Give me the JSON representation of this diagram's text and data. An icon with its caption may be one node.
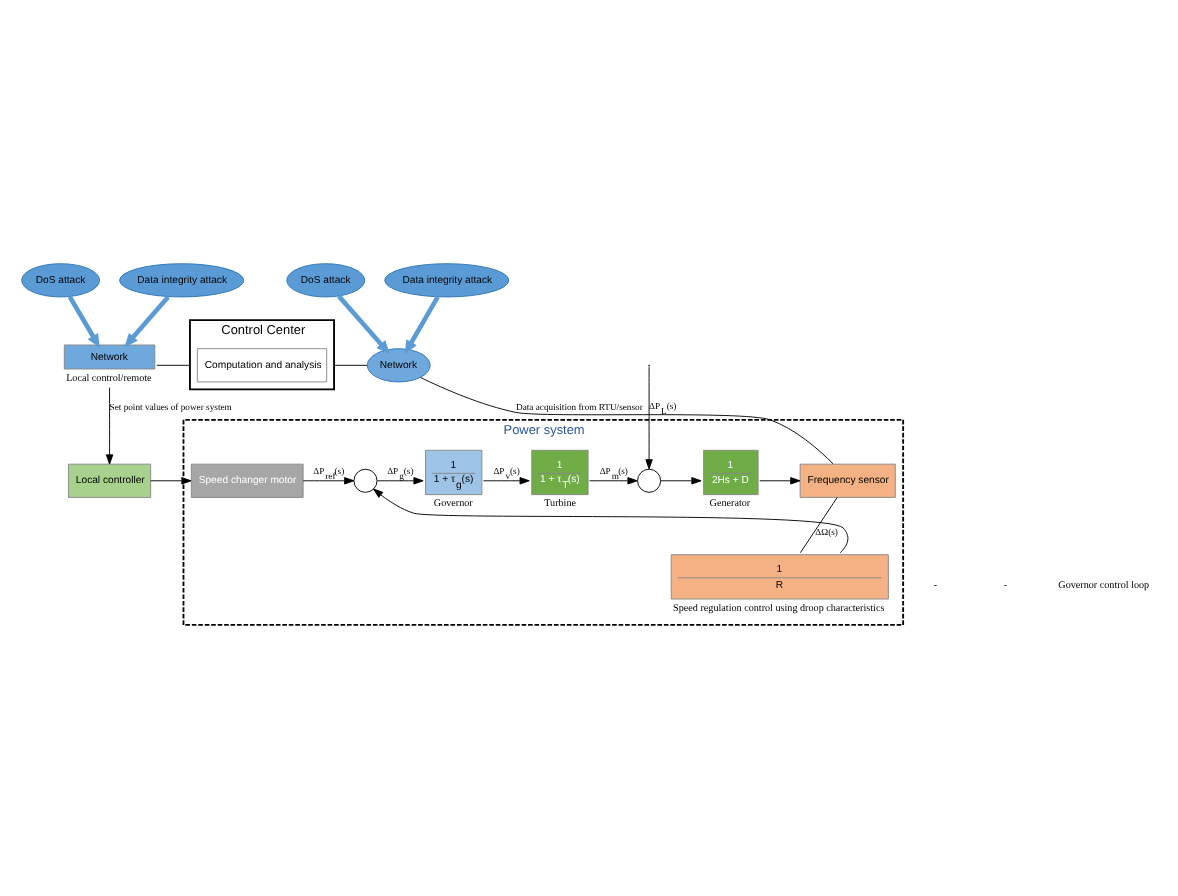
{
  "diagram": {
    "nodes": [
      {
        "text": [
          "DoS attack"
        ]
      },
      {
        "text": [
          "Data integrity attack"
        ]
      },
      {
        "text": [
          "Network"
        ],
        "beside": [
          "Local control/remote"
        ]
      },
      {
        "text": [
          "Control Center"
        ]
      },
      {
        "text": [
          "Computation and analysis"
        ],
        "in": 3
      },
      {
        "text": [
          "DoS attack"
        ]
      },
      {
        "text": [
          "Data integrity attack"
        ]
      },
      {
        "text": [
          "Network"
        ]
      },
      {
        "text": [
          "Power system"
        ]
      },
      {
        "text": [
          "Local controller"
        ]
      },
      {
        "text": [
          "Speed changer motor"
        ],
        "in": 8
      },
      {
        "text": [],
        "shape": "circle",
        "in": 8
      },
      {
        "text": [
          "1",
          "1 + τ$_{g}$(s)"
        ],
        "beside": [
          "Governor"
        ],
        "in": 8
      },
      {
        "text": [
          "1",
          "1 + τ$_{T}$(s)"
        ],
        "beside": [
          "Turbine"
        ],
        "in": 8
      },
      {
        "text": [],
        "shape": "circle",
        "in": 8
      },
      {
        "text": [
          "1",
          "2Hs + D"
        ],
        "beside": [
          "Generator"
        ],
        "in": 8
      },
      {
        "text": [
          "Frequency sensor"
        ],
        "in": 8
      },
      {
        "text": [
          "1",
          "R"
        ],
        "beside": [
          "Speed regulation control using droop characteristics"
        ],
        "in": 8
      }
    ],
    "edges": [
      {
        "from": 0,
        "to": 2,
        "arrow": "to",
        "style": "thick",
        "color": "#5b9bd5"
      },
      {
        "from": 1,
        "to": 2,
        "arrow": "to",
        "style": "thick",
        "color": "#5b9bd5"
      },
      {
        "from": 5,
        "to": 7,
        "arrow": "to",
        "style": "thick",
        "color": "#5b9bd5"
      },
      {
        "from": 6,
        "to": 7,
        "arrow": "to",
        "style": "thick",
        "color": "#5b9bd5"
      },
      {
        "from": 2,
        "to": 3,
        "arrow": "none"
      },
      {
        "from": 3,
        "to": 7,
        "arrow": "none"
      },
      {
        "from": 2,
        "to": 9,
        "arrow": "to",
        "label": "Set point values of power system"
      },
      {
        "from": 16,
        "to": 7,
        "arrow": "none",
        "label": "Data acquisition from RTU/sensor"
      },
      {
        "from": 9,
        "to": 10,
        "arrow": "to"
      },
      {
        "from": 10,
        "to": 11,
        "arrow": "to",
        "label": "ΔP$_{ref}$(s)"
      },
      {
        "from": 11,
        "to": 12,
        "arrow": "to",
        "label": "ΔP$_{g}$(s)"
      },
      {
        "from": 12,
        "to": 13,
        "arrow": "to",
        "label": "ΔP$_{v}$(s)"
      },
      {
        "from": 13,
        "to": 14,
        "arrow": "to",
        "label": "ΔP$_{m}$(s)"
      },
      {
        "from": null,
        "to": 14,
        "arrow": "to",
        "label": "ΔP$_{L}$(s)"
      },
      {
        "from": 14,
        "to": 15,
        "arrow": "to"
      },
      {
        "from": 15,
        "to": 16,
        "arrow": "to"
      },
      {
        "from": 16,
        "to": 17,
        "arrow": "none",
        "label": "ΔΩ(s)"
      },
      {
        "from": 17,
        "to": 11,
        "arrow": "to"
      }
    ],
    "labels": [
      "-",
      "-",
      "Governor control loop"
    ]
  }
}
